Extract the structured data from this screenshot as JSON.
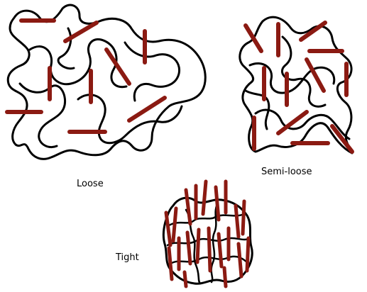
{
  "labels": {
    "loose": "Loose",
    "semi_loose": "Semi-loose",
    "tight": "Tight"
  },
  "colors": {
    "chain": "#000000",
    "rod": "#8b1a12",
    "background": "#ffffff"
  }
}
